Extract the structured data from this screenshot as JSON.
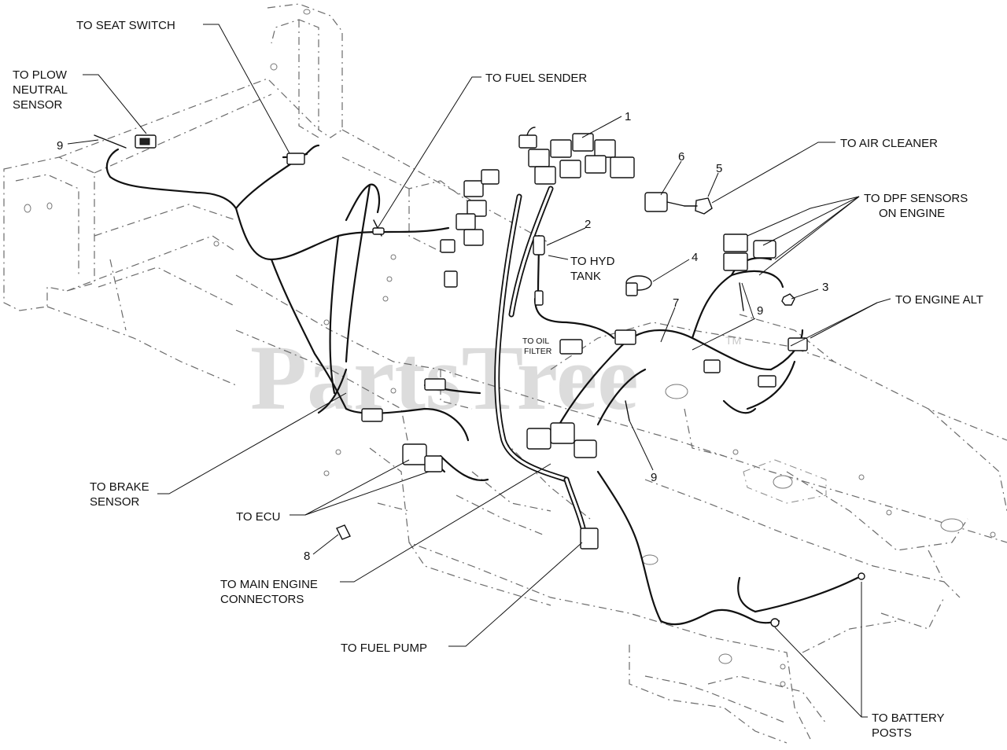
{
  "diagram": {
    "watermark": "PartsTree",
    "watermark_tm": "TM",
    "callouts": {
      "to_seat_switch": "TO SEAT SWITCH",
      "to_plow_line1": "TO PLOW",
      "to_plow_line2": "NEUTRAL",
      "to_plow_line3": "SENSOR",
      "to_fuel_sender": "TO FUEL SENDER",
      "to_air_cleaner": "TO AIR CLEANER",
      "to_dpf_line1": "TO DPF SENSORS",
      "to_dpf_line2": "ON ENGINE",
      "to_hyd_line1": "TO HYD",
      "to_hyd_line2": "TANK",
      "to_engine_alt": "TO ENGINE ALT",
      "to_oil_line1": "TO OIL",
      "to_oil_line2": "FILTER",
      "to_brake_line1": "TO BRAKE",
      "to_brake_line2": "SENSOR",
      "to_ecu": "TO ECU",
      "to_main_line1": "TO MAIN ENGINE",
      "to_main_line2": "CONNECTORS",
      "to_fuel_pump": "TO FUEL PUMP",
      "to_battery_line1": "TO BATTERY",
      "to_battery_line2": "POSTS"
    },
    "part_numbers": {
      "n1": "1",
      "n2": "2",
      "n3": "3",
      "n4": "4",
      "n5": "5",
      "n6": "6",
      "n7": "7",
      "n8": "8",
      "n9_left": "9",
      "n9_right": "9",
      "n9_bottom": "9"
    }
  }
}
